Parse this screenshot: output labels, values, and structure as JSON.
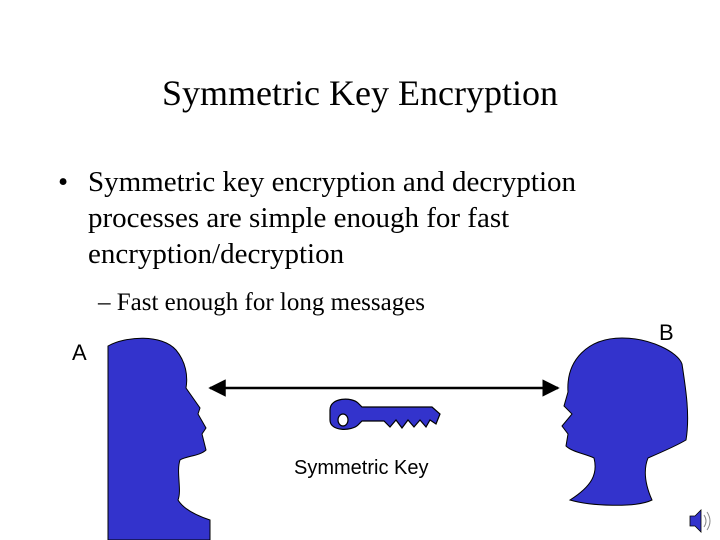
{
  "slide": {
    "title": "Symmetric Key Encryption",
    "bullet": {
      "marker": "•",
      "lines": [
        "Symmetric key encryption and decryption",
        "processes are simple enough for fast",
        "encryption/decryption"
      ]
    },
    "sub_bullet": "– Fast enough for long messages",
    "diagram": {
      "person_a_label": "A",
      "person_b_label": "B",
      "key_label": "Symmetric Key",
      "head_color": "#3333cc",
      "key_color": "#3333cc",
      "icons": [
        "person-a-silhouette",
        "person-b-silhouette",
        "double-arrow",
        "key-icon",
        "sound-icon"
      ]
    }
  }
}
